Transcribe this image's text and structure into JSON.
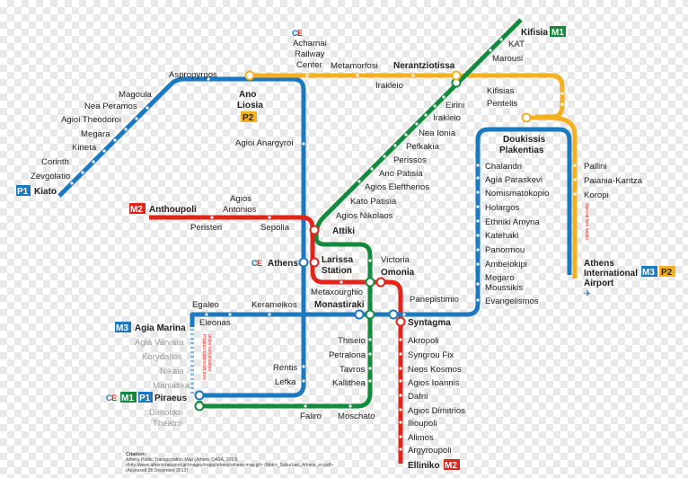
{
  "colors": {
    "m1": "#138a3e",
    "m2": "#e2231a",
    "m3": "#1a79c1",
    "p1": "#1a79c1",
    "p2": "#f5b021",
    "bg_check": "#e9e9e9"
  },
  "badges": {
    "m1": "M1",
    "m2": "M2",
    "m3": "M3",
    "p1": "P1",
    "p2": "P2"
  },
  "icons": {
    "railway": "railway-icon",
    "airport": "airplane-icon"
  },
  "termini": {
    "kifisia": "Kifisia",
    "anthoupoli": "Anthoupoli",
    "agia_marina": "Agia Marina",
    "piraeus": "Piraeus",
    "elliniko": "Elliniko",
    "kiato": "Kiato",
    "airport_line1": "Athens",
    "airport_line2": "International",
    "airport_line3": "Airport"
  },
  "interchanges": {
    "ano_liosia_1": "Ano",
    "ano_liosia_2": "Liosia",
    "nerantziotissa": "Nerantziotissa",
    "doukissis_1": "Doukissis",
    "doukissis_2": "Plakentias",
    "attiki": "Attiki",
    "larissa_1": "Larissa",
    "larissa_2": "Station",
    "athens": "Athens",
    "omonia": "Omonia",
    "monastiraki": "Monastiraki",
    "syntagma": "Syntagma"
  },
  "stations": {
    "aspropyrgos": "Aspropyrgos",
    "magoula": "Magoula",
    "nea_peramos": "Nea Peramos",
    "agioi_theodoroi": "Agioi Theodoroi",
    "megara": "Megara",
    "kineta": "Kineta",
    "corinth": "Corinth",
    "zevgolatio": "Zevgolatio",
    "acharnai_1": "Acharnai",
    "acharnai_2": "Railway",
    "acharnai_3": "Center",
    "metamorfosi": "Metamorfosi",
    "irakleio": "Irakleio",
    "kat": "KAT",
    "marousi": "Marousi",
    "kifisias": "Kifisias",
    "pentelis": "Pentelis",
    "eirini": "Eirini",
    "iraklei_green": "Irakleio",
    "nea_ionia": "Nea Ionia",
    "pefkakia": "Pefkakia",
    "perissos": "Perissos",
    "ano_patisia": "Ano Patisia",
    "agios_eleftherios": "Agios Eleftherios",
    "kato_patisia": "Kato Patisia",
    "agios_nikolaos": "Agios Nikolaos",
    "agioi_anargyroi": "Agioi Anargyroi",
    "agios_antonios_1": "Agios",
    "agios_antonios_2": "Antonios",
    "peristeri": "Peristeri",
    "sepolia": "Sepolia",
    "victoria": "Victoria",
    "metaxourghio": "Metaxourghio",
    "egaleo": "Egaleo",
    "eleonas": "Eleonas",
    "kerameikos": "Kerameikos",
    "panepistimio": "Panepistimio",
    "evangelismos": "Evangelismos",
    "megaro_1": "Megaro",
    "megaro_2": "Moussikis",
    "ambelokipi": "Ambelokipi",
    "panormou": "Panormou",
    "katehaki": "Katehaki",
    "ethniki_amyna": "Ethniki Amyna",
    "holargos": "Holargos",
    "nomismatokopio": "Nomismatokopio",
    "agia_paraskevi": "Agia Paraskevi",
    "chalandri": "Chalandri",
    "pallini": "Pallini",
    "paiania": "Paiania-Kantza",
    "koropi": "Koropi",
    "thiseio": "Thiseio",
    "petralona": "Petralona",
    "tavros": "Tavros",
    "kallithea": "Kallithea",
    "rentis": "Rentis",
    "lefka": "Lefka",
    "faliro": "Faliro",
    "moschato": "Moschato",
    "akropoli": "Akropoli",
    "syngrou_fix": "Syngrou Fix",
    "neos_kosmos": "Neos Kosmos",
    "agios_ioannis": "Agios Ioannis",
    "dafni": "Dafni",
    "agios_dimitrios": "Agios Dimitrios",
    "ilioupoli": "Ilioupoli",
    "alimos": "Alimos",
    "argyroupoli": "Argyroupoli",
    "agia_varvara": "Agia Varvara",
    "korydallos": "Korydallos",
    "nikaia": "Nikaia",
    "maniatika": "Maniatika",
    "dimotiko_1": "Dimotiko",
    "dimotiko_2": "Theatro"
  },
  "notes": {
    "special_fare": "Special fare sector",
    "extension_1": "Piraeus Extension now",
    "extension_2": "under construction"
  },
  "citation": {
    "heading": "Citation:",
    "line1": "Athens Public Transportation Map (Athens OASA, 2013)",
    "line2": "<http://www.athenstransport.gr/images/maps/athens/athens-map.gif> (Metro_Suburban_Athens_en.pdf>",
    "line3": "(Accessed 28 December 2013)"
  }
}
